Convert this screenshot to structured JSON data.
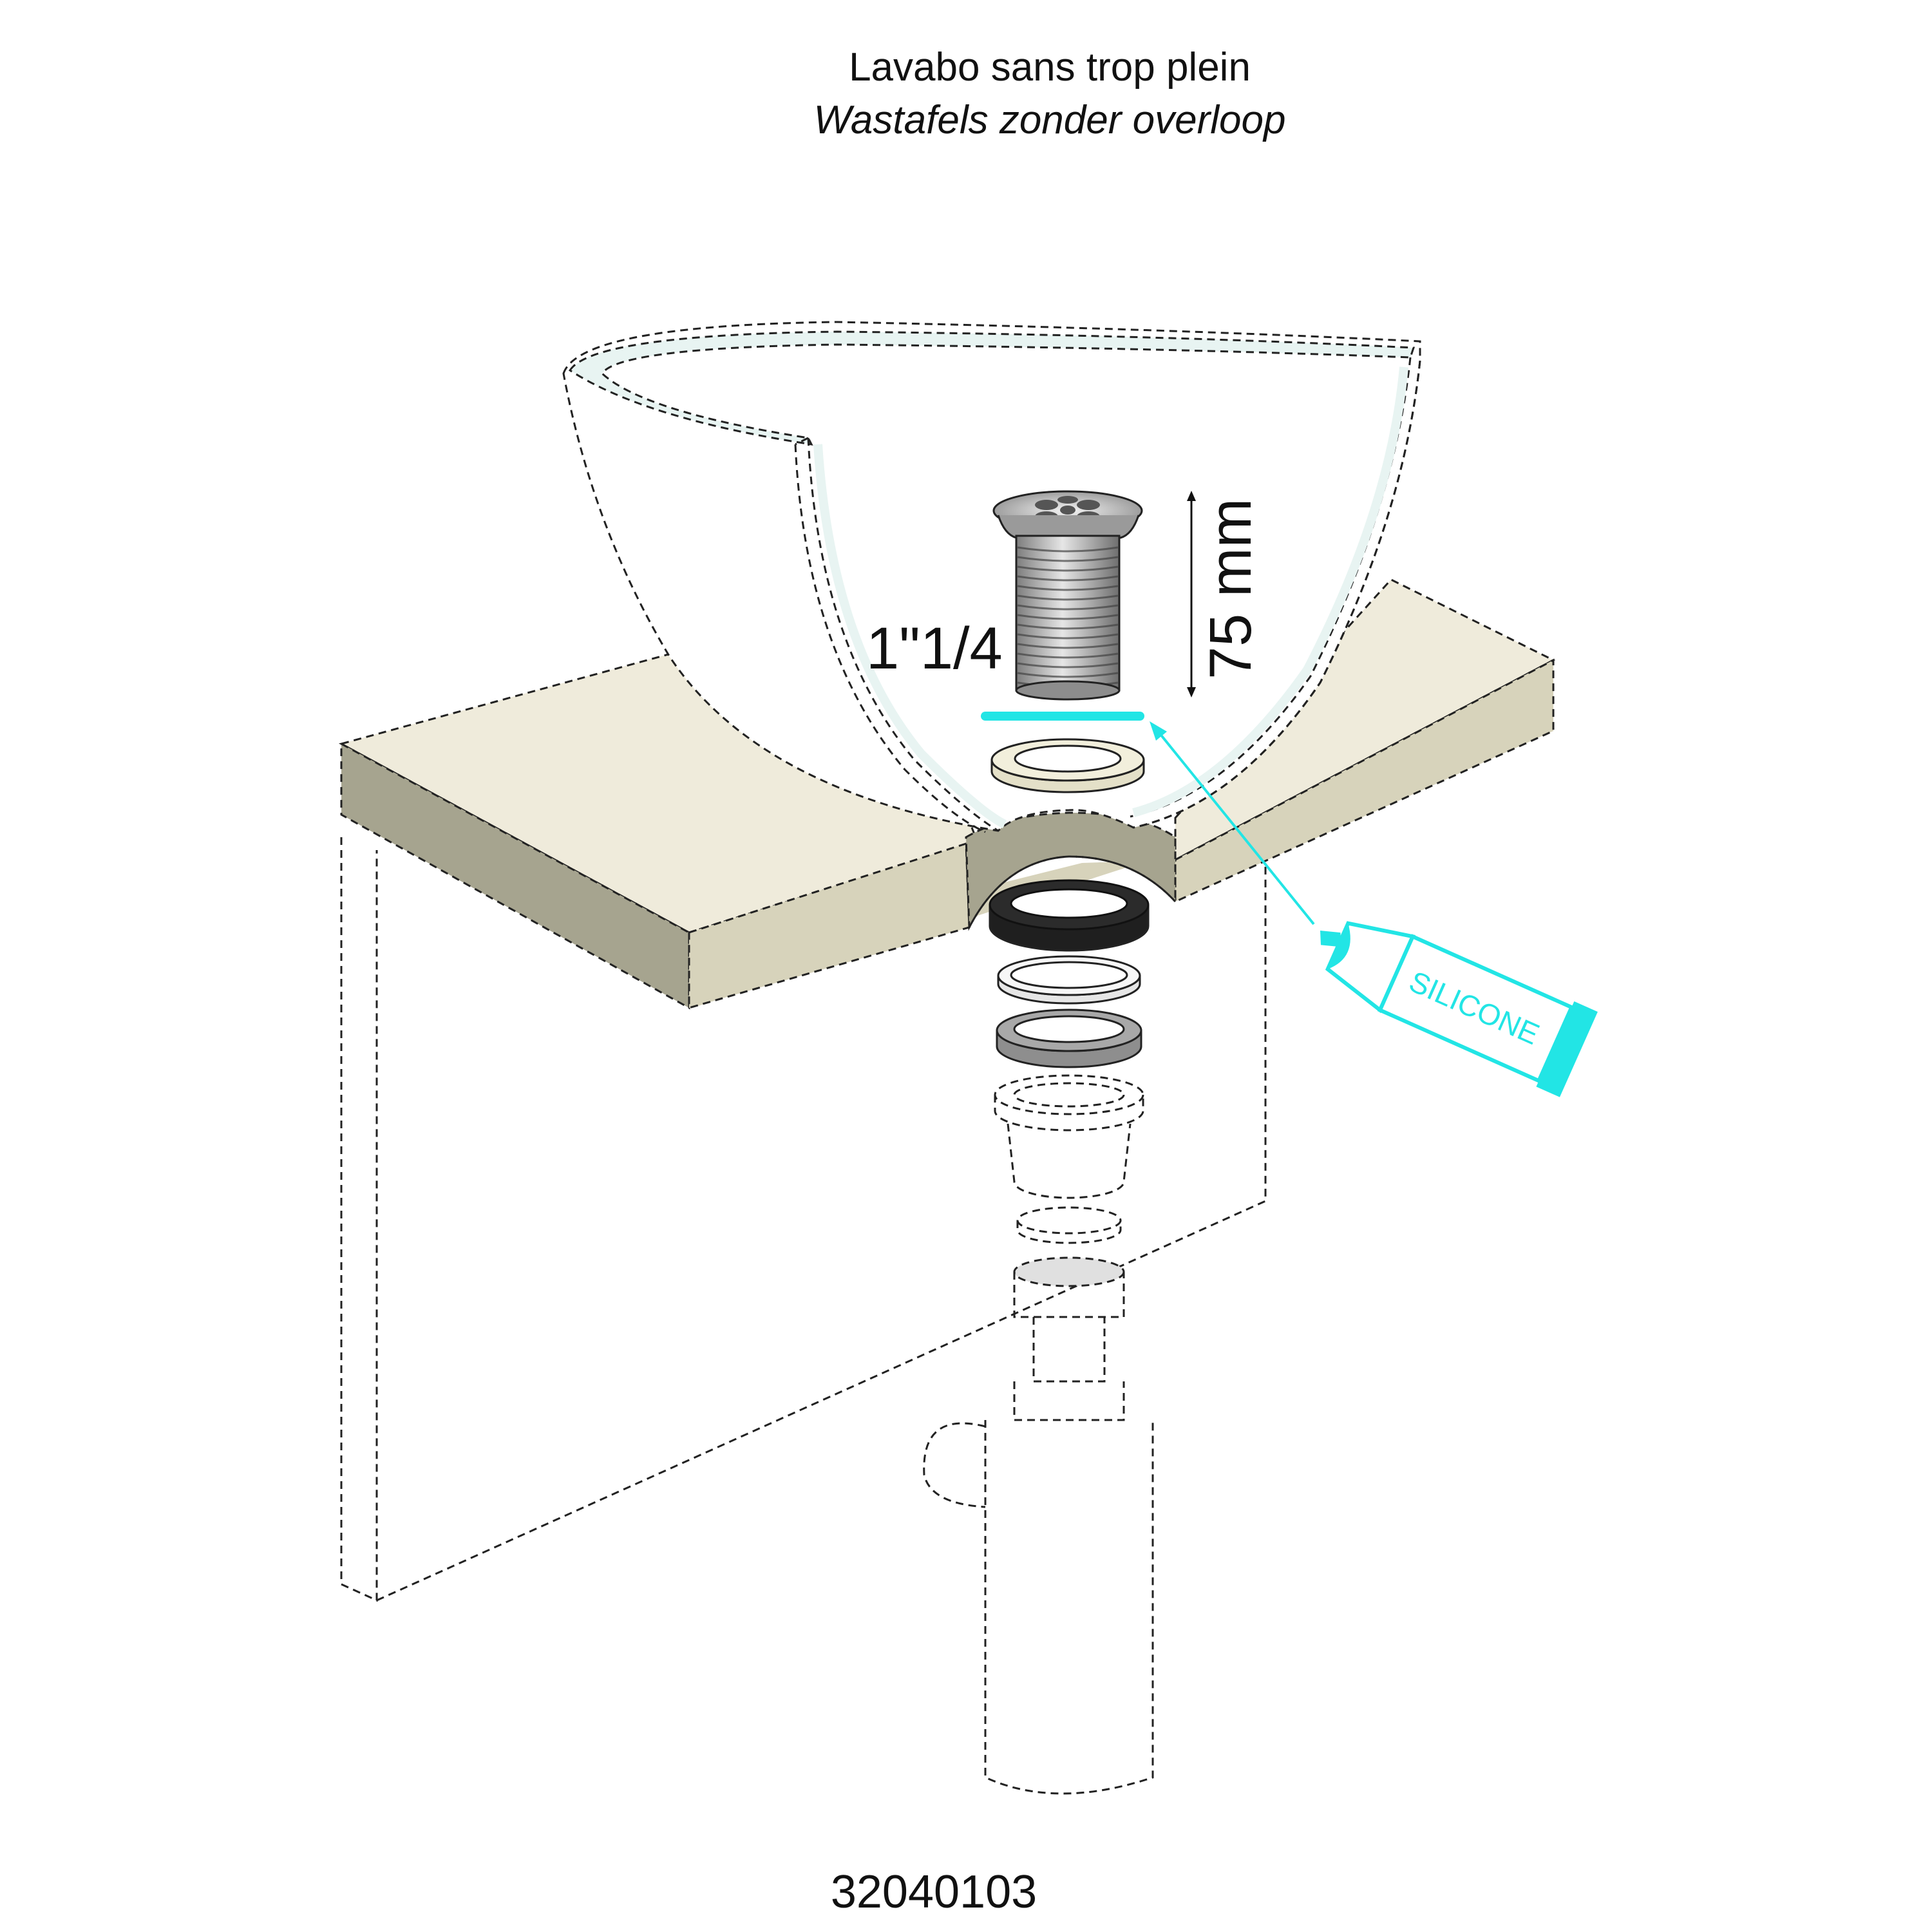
{
  "header": {
    "title": "Lavabo sans trop plein",
    "subtitle": "Wastafels zonder overloop"
  },
  "dimensions": {
    "thread": "1\"1/4",
    "length": "75 mm"
  },
  "sealant": {
    "label": "SILICONE",
    "color": "#22e5e5"
  },
  "colors": {
    "countertop_top": "#efebdb",
    "countertop_front": "#d7d3bb",
    "countertop_side": "#a6a48f",
    "basin_rim": "#e8f4f2",
    "washer_cream": "#f2efdc",
    "seal_black": "#1f1f1f",
    "metal": "#a8a8a8"
  },
  "product_code": "32040103"
}
